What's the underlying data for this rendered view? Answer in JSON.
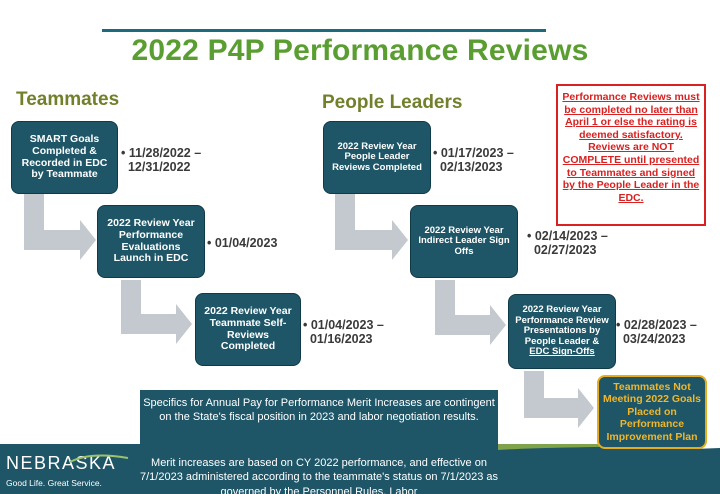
{
  "title": "2022 P4P Performance Reviews",
  "teammates": {
    "heading": "Teammates",
    "steps": [
      {
        "label": "SMART Goals Completed & Recorded in EDC by Teammate",
        "date": "• 11/28/2022 –\n  12/31/2022"
      },
      {
        "label": "2022 Review Year Performance Evaluations Launch in EDC",
        "date": "• 01/04/2023"
      },
      {
        "label": "2022 Review Year Teammate Self-Reviews Completed",
        "date": "• 01/04/2023 –\n  01/16/2023"
      }
    ]
  },
  "leaders": {
    "heading": "People Leaders",
    "steps": [
      {
        "label": "2022 Review Year People Leader Reviews Completed",
        "date": "• 01/17/2023 –\n  02/13/2023"
      },
      {
        "label": "2022 Review Year Indirect Leader Sign Offs",
        "date": "• 02/14/2023 –\n  02/27/2023"
      },
      {
        "label_part1": "2022 Review Year Performance Review Presentations by People Leader &",
        "label_part2": "EDC Sign-Offs",
        "date": "• 02/28/2023 –\n  03/24/2023"
      }
    ]
  },
  "notice": "Performance Reviews must be completed no later than April 1 or else the rating is deemed satisfactory. Reviews are NOT COMPLETE until presented to Teammates and signed by the People Leader in the EDC.",
  "improvement": "Teammates Not Meeting 2022 Goals Placed on Performance Improvement Plan",
  "merit": {
    "para1": "Specifics for Annual Pay for Performance Merit Increases are contingent on the State's fiscal position in 2023 and labor negotiation results.",
    "para2": "Merit increases are based on CY 2022 performance, and effective on 7/1/2023 administered according to the teammate's status on 7/1/2023 as governed by the Personnel Rules, Labor"
  },
  "logo": {
    "name": "NEBRASKA",
    "tagline": "Good Life. Great Service."
  },
  "colors": {
    "title": "#5a9e31",
    "box": "#1e5668",
    "notice": "#d92121",
    "improvement_text": "#f0b62a"
  }
}
